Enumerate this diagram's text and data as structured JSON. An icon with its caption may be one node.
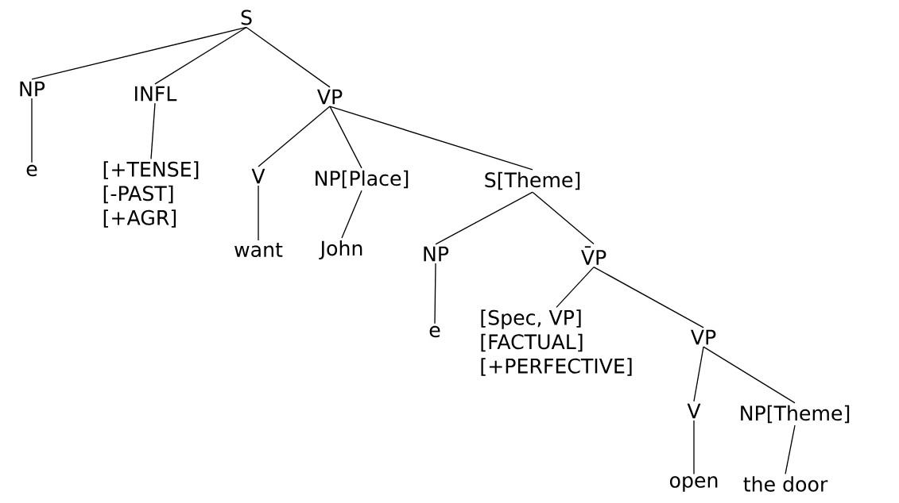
{
  "diagram": {
    "nodes": [
      {
        "text": [
          "S"
        ]
      },
      {
        "text": [
          "NP"
        ]
      },
      {
        "text": [
          "INFL"
        ]
      },
      {
        "text": [
          "VP"
        ]
      },
      {
        "text": [
          "e"
        ]
      },
      {
        "text": [
          "[+TENSE]",
          "[-PAST]",
          "[+AGR]"
        ]
      },
      {
        "text": [
          "V"
        ]
      },
      {
        "text": [
          "NP[Place]"
        ]
      },
      {
        "text": [
          "S[Theme]"
        ]
      },
      {
        "text": [
          "want"
        ]
      },
      {
        "text": [
          "John"
        ]
      },
      {
        "text": [
          "NP"
        ]
      },
      {
        "text": [
          "V̄P"
        ]
      },
      {
        "text": [
          "e"
        ]
      },
      {
        "text": [
          "[Spec, VP]",
          "[FACTUAL]",
          "[+PERFECTIVE]"
        ]
      },
      {
        "text": [
          "VP"
        ]
      },
      {
        "text": [
          "V"
        ]
      },
      {
        "text": [
          "NP[Theme]"
        ]
      },
      {
        "text": [
          "open"
        ]
      },
      {
        "text": [
          "the door"
        ]
      }
    ],
    "edges": [
      {
        "from": 0,
        "to": 1,
        "arrow": "none"
      },
      {
        "from": 0,
        "to": 2,
        "arrow": "none"
      },
      {
        "from": 0,
        "to": 3,
        "arrow": "none"
      },
      {
        "from": 1,
        "to": 4,
        "arrow": "none"
      },
      {
        "from": 2,
        "to": 5,
        "arrow": "none"
      },
      {
        "from": 3,
        "to": 6,
        "arrow": "none"
      },
      {
        "from": 3,
        "to": 7,
        "arrow": "none"
      },
      {
        "from": 3,
        "to": 8,
        "arrow": "none"
      },
      {
        "from": 6,
        "to": 9,
        "arrow": "none"
      },
      {
        "from": 7,
        "to": 10,
        "arrow": "none"
      },
      {
        "from": 8,
        "to": 11,
        "arrow": "none"
      },
      {
        "from": 8,
        "to": 12,
        "arrow": "none"
      },
      {
        "from": 11,
        "to": 13,
        "arrow": "none"
      },
      {
        "from": 12,
        "to": 14,
        "arrow": "none"
      },
      {
        "from": 12,
        "to": 15,
        "arrow": "none"
      },
      {
        "from": 15,
        "to": 16,
        "arrow": "none"
      },
      {
        "from": 15,
        "to": 17,
        "arrow": "none"
      },
      {
        "from": 16,
        "to": 18,
        "arrow": "none"
      },
      {
        "from": 17,
        "to": 19,
        "arrow": "none"
      }
    ]
  }
}
